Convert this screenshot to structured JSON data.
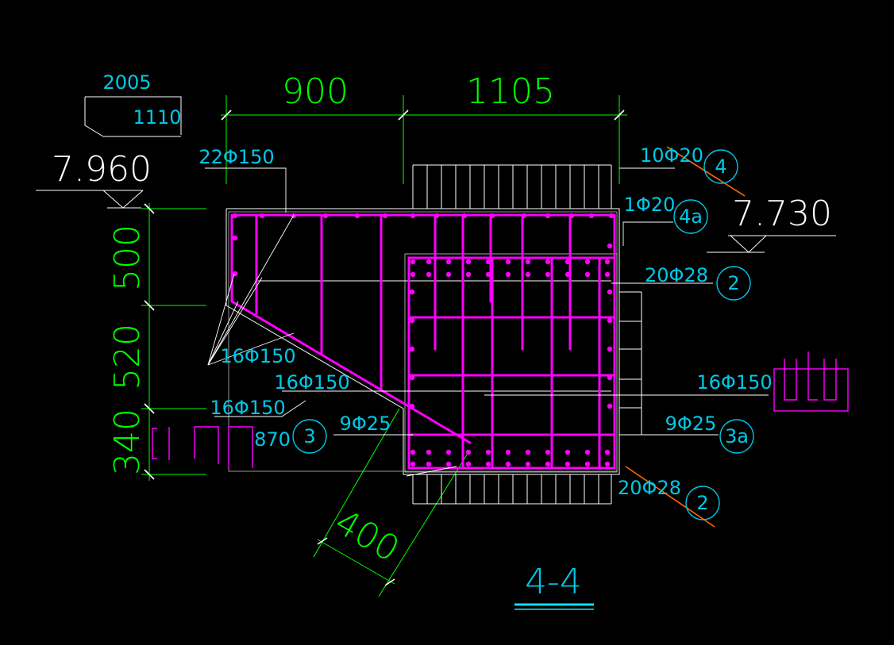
{
  "section_title": "4-4",
  "dimensions": {
    "top_left": "900",
    "top_right": "1105",
    "left_top": "500",
    "left_mid": "520",
    "left_bottom": "340",
    "diagonal": "400",
    "stirrup_length": "870"
  },
  "elevations": {
    "left": "7.960",
    "right": "7.730",
    "left_header_top": "2005",
    "left_header_sub": "1110"
  },
  "rebar_labels": {
    "top_left": "22Φ150",
    "upper_right_1": "10Φ20",
    "upper_right_2": "1Φ20",
    "right_mid": "20Φ28",
    "diag_1": "16Φ150",
    "diag_2": "16Φ150",
    "left_bottom": "16Φ150",
    "right_stirrup": "16Φ150",
    "bottom_left": "9Φ25",
    "bottom_right": "9Φ25",
    "bottom_right_2": "20Φ28"
  },
  "callouts": {
    "c4": "4",
    "c4a": "4a",
    "c2_upper": "2",
    "c3": "3",
    "c3a": "3a",
    "c2_lower": "2"
  },
  "colors": {
    "background": "#000000",
    "dimension": "#00ff00",
    "label": "#00c8e6",
    "rebar": "#ff00ff",
    "outline": "#ffffff",
    "cut_line": "#ff6a00"
  }
}
